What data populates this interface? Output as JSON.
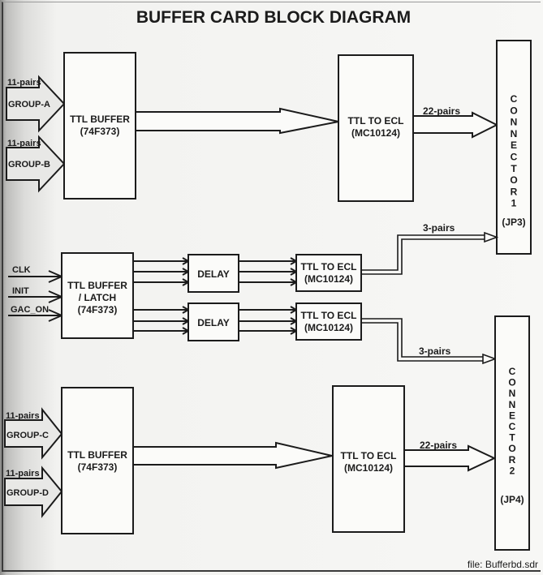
{
  "title": "BUFFER CARD BLOCK DIAGRAM",
  "file_label": "file: Bufferbd.sdr",
  "inputs": {
    "group_a": {
      "pairs": "11-pairs",
      "name": "GROUP-A"
    },
    "group_b": {
      "pairs": "11-pairs",
      "name": "GROUP-B"
    },
    "group_c": {
      "pairs": "11-pairs",
      "name": "GROUP-C"
    },
    "group_d": {
      "pairs": "11-pairs",
      "name": "GROUP-D"
    },
    "clk": "CLK",
    "init": "INIT",
    "gac_on": "GAC_ON"
  },
  "blocks": {
    "ttl_buffer_top": {
      "line1": "TTL BUFFER",
      "line2": "(74F373)"
    },
    "ttl_buffer_bottom": {
      "line1": "TTL BUFFER",
      "line2": "(74F373)"
    },
    "ttl_latch": {
      "line1": "TTL BUFFER",
      "line2": "/ LATCH",
      "line3": "(74F373)"
    },
    "delay_1": "DELAY",
    "delay_2": "DELAY",
    "ecl_top": {
      "line1": "TTL TO ECL",
      "line2": "(MC10124)"
    },
    "ecl_mid_1": {
      "line1": "TTL TO ECL",
      "line2": "(MC10124)"
    },
    "ecl_mid_2": {
      "line1": "TTL TO ECL",
      "line2": "(MC10124)"
    },
    "ecl_bottom": {
      "line1": "TTL TO ECL",
      "line2": "(MC10124)"
    }
  },
  "connectors": {
    "c1": {
      "letters": [
        "C",
        "O",
        "N",
        "N",
        "E",
        "C",
        "T",
        "O",
        "R",
        "1"
      ],
      "id": "(JP3)"
    },
    "c2": {
      "letters": [
        "C",
        "O",
        "N",
        "N",
        "E",
        "C",
        "T",
        "O",
        "R",
        "2"
      ],
      "id": "(JP4)"
    }
  },
  "bus_labels": {
    "top_out": "22-pairs",
    "mid1_out": "3-pairs",
    "mid2_out": "3-pairs",
    "bottom_out": "22-pairs"
  }
}
